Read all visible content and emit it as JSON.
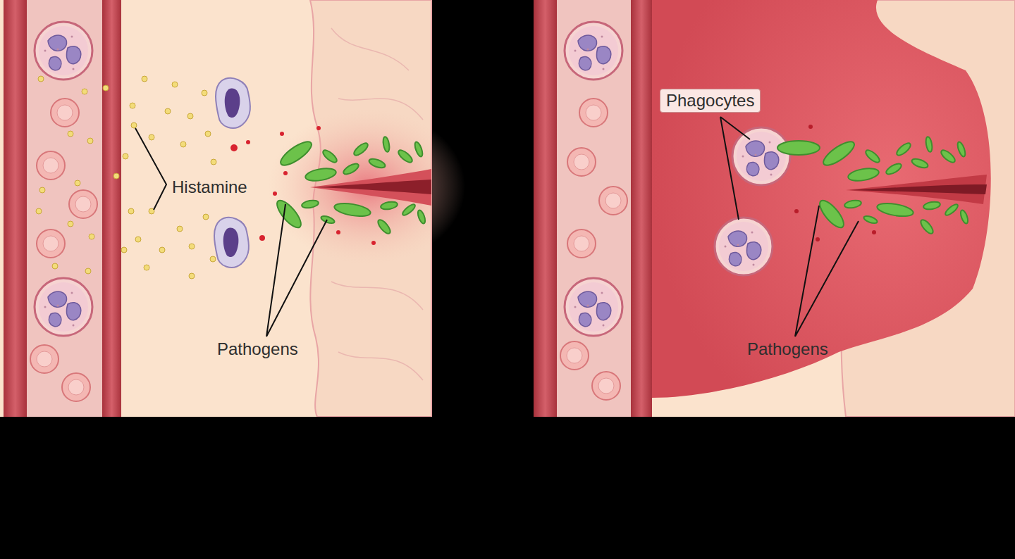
{
  "diagram": {
    "labels": [
      "Histamine",
      "Pathogens",
      "Phagocytes",
      "Pathogens"
    ]
  }
}
